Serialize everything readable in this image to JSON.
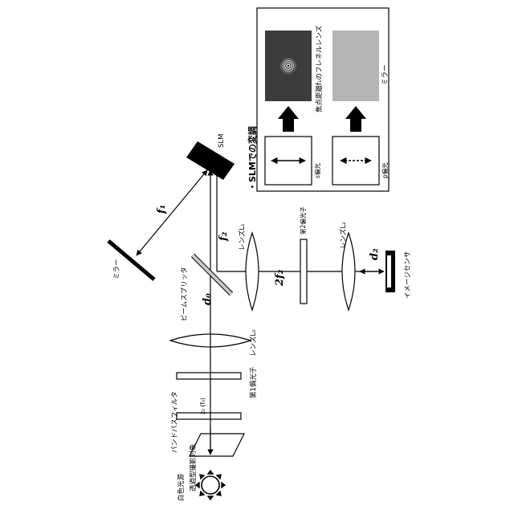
{
  "labels": {
    "white_light_source": "白色光源",
    "transmissive_object": "透過型撮影対象",
    "bandpass_filter": "バンドパスフィルタ",
    "filter_param": "z₀ (f₀)",
    "polarizer1": "第1偏光子",
    "lens_l0": "レンズL₀",
    "beam_splitter": "ビームスプリッタ",
    "d0": "d₀",
    "mirror_left": "ミラー",
    "f1": "f₁",
    "slm": "SLM",
    "f2": "f₂",
    "lens_l1": "レンズL₁",
    "two_f2": "2f₂",
    "polarizer2": "第2偏光子",
    "lens_l2": "レンズL₂",
    "d2": "d₂",
    "image_sensor": "イメージセンサ"
  },
  "inset": {
    "title": "・SLMでの変調",
    "s_pol": "s偏光",
    "p_pol": "p偏光",
    "fresnel_caption": "焦点距離f₁のフレネルレンズ",
    "mirror_caption": "ミラー"
  },
  "colors": {
    "fresnel_bg": "#3c3c3c",
    "mirror_fill": "#b4b4b4",
    "beam_splitter": "#c8c8c8"
  }
}
